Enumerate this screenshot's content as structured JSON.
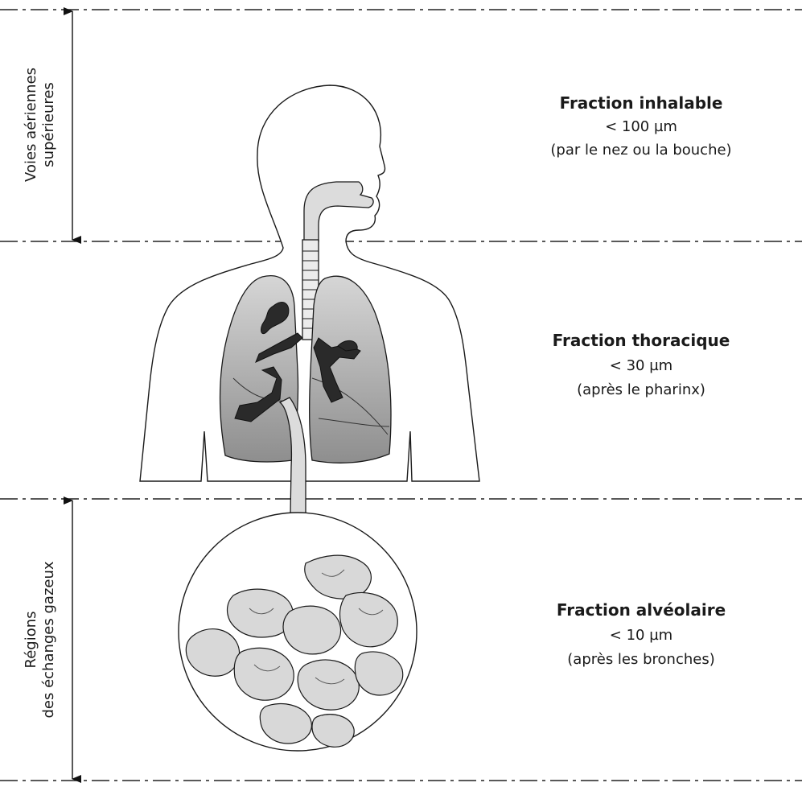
{
  "left_labels": [
    {
      "lines": [
        "Voies aériennes",
        "supérieures"
      ]
    },
    {
      "lines": [
        "Régions",
        "des échanges gazeux"
      ]
    }
  ],
  "zones": [
    {
      "title": "Fraction inhalable",
      "size": "< 100 µm",
      "note": "(par le nez ou la bouche)"
    },
    {
      "title": "Fraction thoracique",
      "size": "< 30 µm",
      "note": "(après le pharinx)"
    },
    {
      "title": "Fraction alvéolaire",
      "size": "< 10 µm",
      "note": "(après les bronches)"
    }
  ],
  "colors": {
    "line": "#1a1a1a",
    "lung_fill": "#9a9a9a",
    "bronchi_fill": "#2a2a2a",
    "airway_fill": "#dcdcdc",
    "alveoli_fill": "#d8d8d8"
  }
}
